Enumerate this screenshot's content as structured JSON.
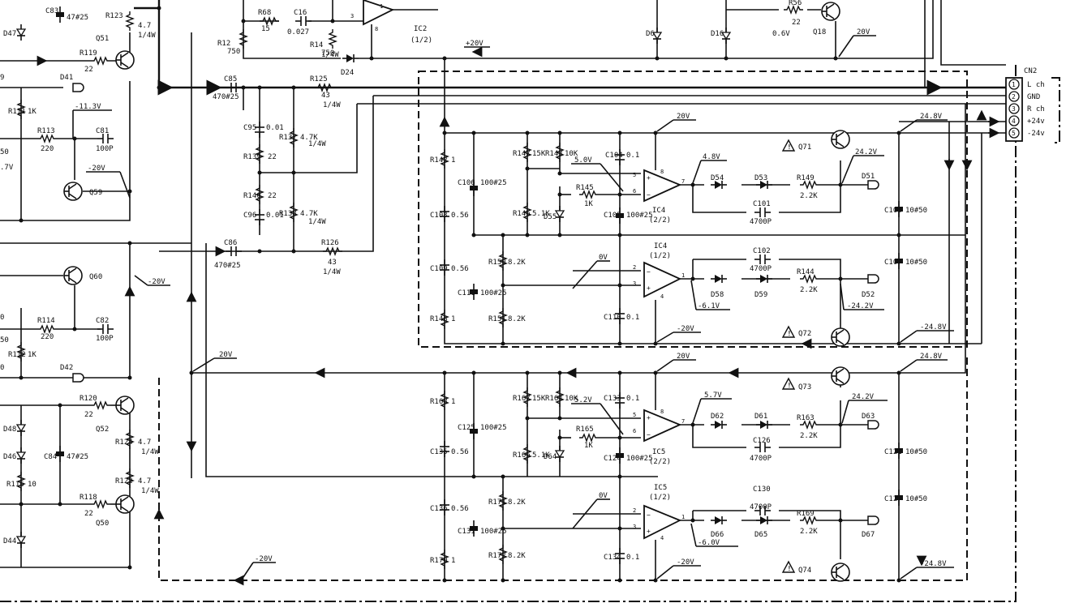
{
  "ic_labels": {
    "ic2": "IC2",
    "ic2_unit": "(1/2)",
    "ic4a": "IC4",
    "ic4a_unit": "(2/2)",
    "ic4b": "IC4",
    "ic4b_unit": "(1/2)",
    "ic5a": "IC5",
    "ic5a_unit": "(2/2)",
    "ic5b": "IC5",
    "ic5b_unit": "(1/2)"
  },
  "connector": {
    "name": "CN2",
    "pins": [
      {
        "num": "1",
        "label": "L ch"
      },
      {
        "num": "2",
        "label": "GND"
      },
      {
        "num": "3",
        "label": "R ch"
      },
      {
        "num": "4",
        "label": "+24v"
      },
      {
        "num": "5",
        "label": "-24v"
      }
    ]
  },
  "transistors": [
    "Q51",
    "Q59",
    "Q60",
    "Q52",
    "Q50",
    "Q18",
    "Q71",
    "Q72",
    "Q73",
    "Q74"
  ],
  "resistors": [
    {
      "ref": "R68",
      "val": "15"
    },
    {
      "ref": "R12",
      "val": "750"
    },
    {
      "ref": "R14",
      "val": "750"
    },
    {
      "ref": "R56",
      "val": "22"
    },
    {
      "ref": "R123",
      "val": "4.7"
    },
    {
      "ref": "R119",
      "val": "22"
    },
    {
      "ref": "R111",
      "val": "1K"
    },
    {
      "ref": "R113",
      "val": "220"
    },
    {
      "ref": "R125",
      "val": "43"
    },
    {
      "ref": "R139",
      "val": "22"
    },
    {
      "ref": "R137",
      "val": "4.7K"
    },
    {
      "ref": "R140",
      "val": "22"
    },
    {
      "ref": "R138",
      "val": "4.7K"
    },
    {
      "ref": "R126",
      "val": "43"
    },
    {
      "ref": "R114",
      "val": "220"
    },
    {
      "ref": "R112",
      "val": "1K"
    },
    {
      "ref": "R120",
      "val": "22"
    },
    {
      "ref": "R124",
      "val": "4.7"
    },
    {
      "ref": "R122",
      "val": "4.7"
    },
    {
      "ref": "R116",
      "val": "10"
    },
    {
      "ref": "R118",
      "val": "22"
    },
    {
      "ref": "R142",
      "val": "1"
    },
    {
      "ref": "R147",
      "val": "15K"
    },
    {
      "ref": "R143",
      "val": "10K"
    },
    {
      "ref": "R146",
      "val": "5.1K"
    },
    {
      "ref": "R145",
      "val": "1K"
    },
    {
      "ref": "R149",
      "val": "2.2K"
    },
    {
      "ref": "R150",
      "val": "8.2K"
    },
    {
      "ref": "R148",
      "val": "1"
    },
    {
      "ref": "R151",
      "val": "8.2K"
    },
    {
      "ref": "R144",
      "val": "2.2K"
    },
    {
      "ref": "R168",
      "val": "1"
    },
    {
      "ref": "R167",
      "val": "15K"
    },
    {
      "ref": "R164",
      "val": "10K"
    },
    {
      "ref": "R166",
      "val": "5.1K"
    },
    {
      "ref": "R165",
      "val": "1K"
    },
    {
      "ref": "R163",
      "val": "2.2K"
    },
    {
      "ref": "R171",
      "val": "8.2K"
    },
    {
      "ref": "R170",
      "val": "1"
    },
    {
      "ref": "R172",
      "val": "8.2K"
    },
    {
      "ref": "R169",
      "val": "2.2K"
    }
  ],
  "capacitors": [
    {
      "ref": "C16",
      "val": "0.027"
    },
    {
      "ref": "C83",
      "val": "47#25"
    },
    {
      "ref": "C81",
      "val": "100P"
    },
    {
      "ref": "C85",
      "val": "470#25"
    },
    {
      "ref": "C95",
      "val": "0.01"
    },
    {
      "ref": "C96",
      "val": "0.01"
    },
    {
      "ref": "C86",
      "val": "470#25"
    },
    {
      "ref": "C82",
      "val": "100P"
    },
    {
      "ref": "C84",
      "val": "47#25"
    },
    {
      "ref": "C103",
      "val": "0.56"
    },
    {
      "ref": "C106",
      "val": "100#25"
    },
    {
      "ref": "C104",
      "val": "0.1"
    },
    {
      "ref": "C105",
      "val": "100#25"
    },
    {
      "ref": "C101",
      "val": "4700P"
    },
    {
      "ref": "C108",
      "val": "10#50"
    },
    {
      "ref": "C109",
      "val": "0.56"
    },
    {
      "ref": "C111",
      "val": "100#25"
    },
    {
      "ref": "C102",
      "val": "4700P"
    },
    {
      "ref": "C110",
      "val": "0.1"
    },
    {
      "ref": "C107",
      "val": "10#50"
    },
    {
      "ref": "C135",
      "val": "0.56"
    },
    {
      "ref": "C125",
      "val": "100#25"
    },
    {
      "ref": "C133",
      "val": "0.1"
    },
    {
      "ref": "C124",
      "val": "100#25"
    },
    {
      "ref": "C126",
      "val": "4700P"
    },
    {
      "ref": "C121",
      "val": "10#50"
    },
    {
      "ref": "C136",
      "val": "0.56"
    },
    {
      "ref": "C131",
      "val": "100#25"
    },
    {
      "ref": "C130",
      "val": "4700P"
    },
    {
      "ref": "C134",
      "val": "0.1"
    },
    {
      "ref": "C127",
      "val": "10#50"
    }
  ],
  "diodes": [
    "D47",
    "D41",
    "D24",
    "D6",
    "D16",
    "D42",
    "D48",
    "D46",
    "D44",
    "D54",
    "D53",
    "D51",
    "D55",
    "D58",
    "D59",
    "D52",
    "D62",
    "D61",
    "D63",
    "D64",
    "D66",
    "D65",
    "D67"
  ],
  "voltages": {
    "v_minus11_3": "-11.3V",
    "v_0_7": ".7V",
    "v_minus20_a": "-20V",
    "v_minus20_b": "-20V",
    "v_20_left": "20V",
    "v_minus20_bottom": "-20V",
    "v_plus20": "+20V",
    "v_0_6": "0.6V",
    "v_20_q18": "20V",
    "ic4a_supply": "20V",
    "ic4a_in": "5.0V",
    "ic4a_out": "4.8V",
    "q71_e": "24.2V",
    "rail_pos_top": "24.8V",
    "ic4b_in": "0V",
    "ic4b_out": "-6.1V",
    "q72_e": "-24.2V",
    "ic4b_supply": "-20V",
    "rail_neg_top": "-24.8V",
    "ic5a_supply": "20V",
    "ic5a_in": "5.2V",
    "ic5a_out": "5.7V",
    "q73_e": "24.2V",
    "rail_pos_bot": "24.8V",
    "ic5b_in": "0V",
    "ic5b_out": "-6.0V",
    "ic5b_supply": "-20V",
    "rail_neg_bot": "-24.8V"
  },
  "power_ratings": {
    "quarter_watt": "1/4W"
  },
  "partial_labels": {
    "edge9": "9",
    "edge50a": "50",
    "edge0a": "0",
    "edge50b": "50",
    "edge0b": "0"
  }
}
